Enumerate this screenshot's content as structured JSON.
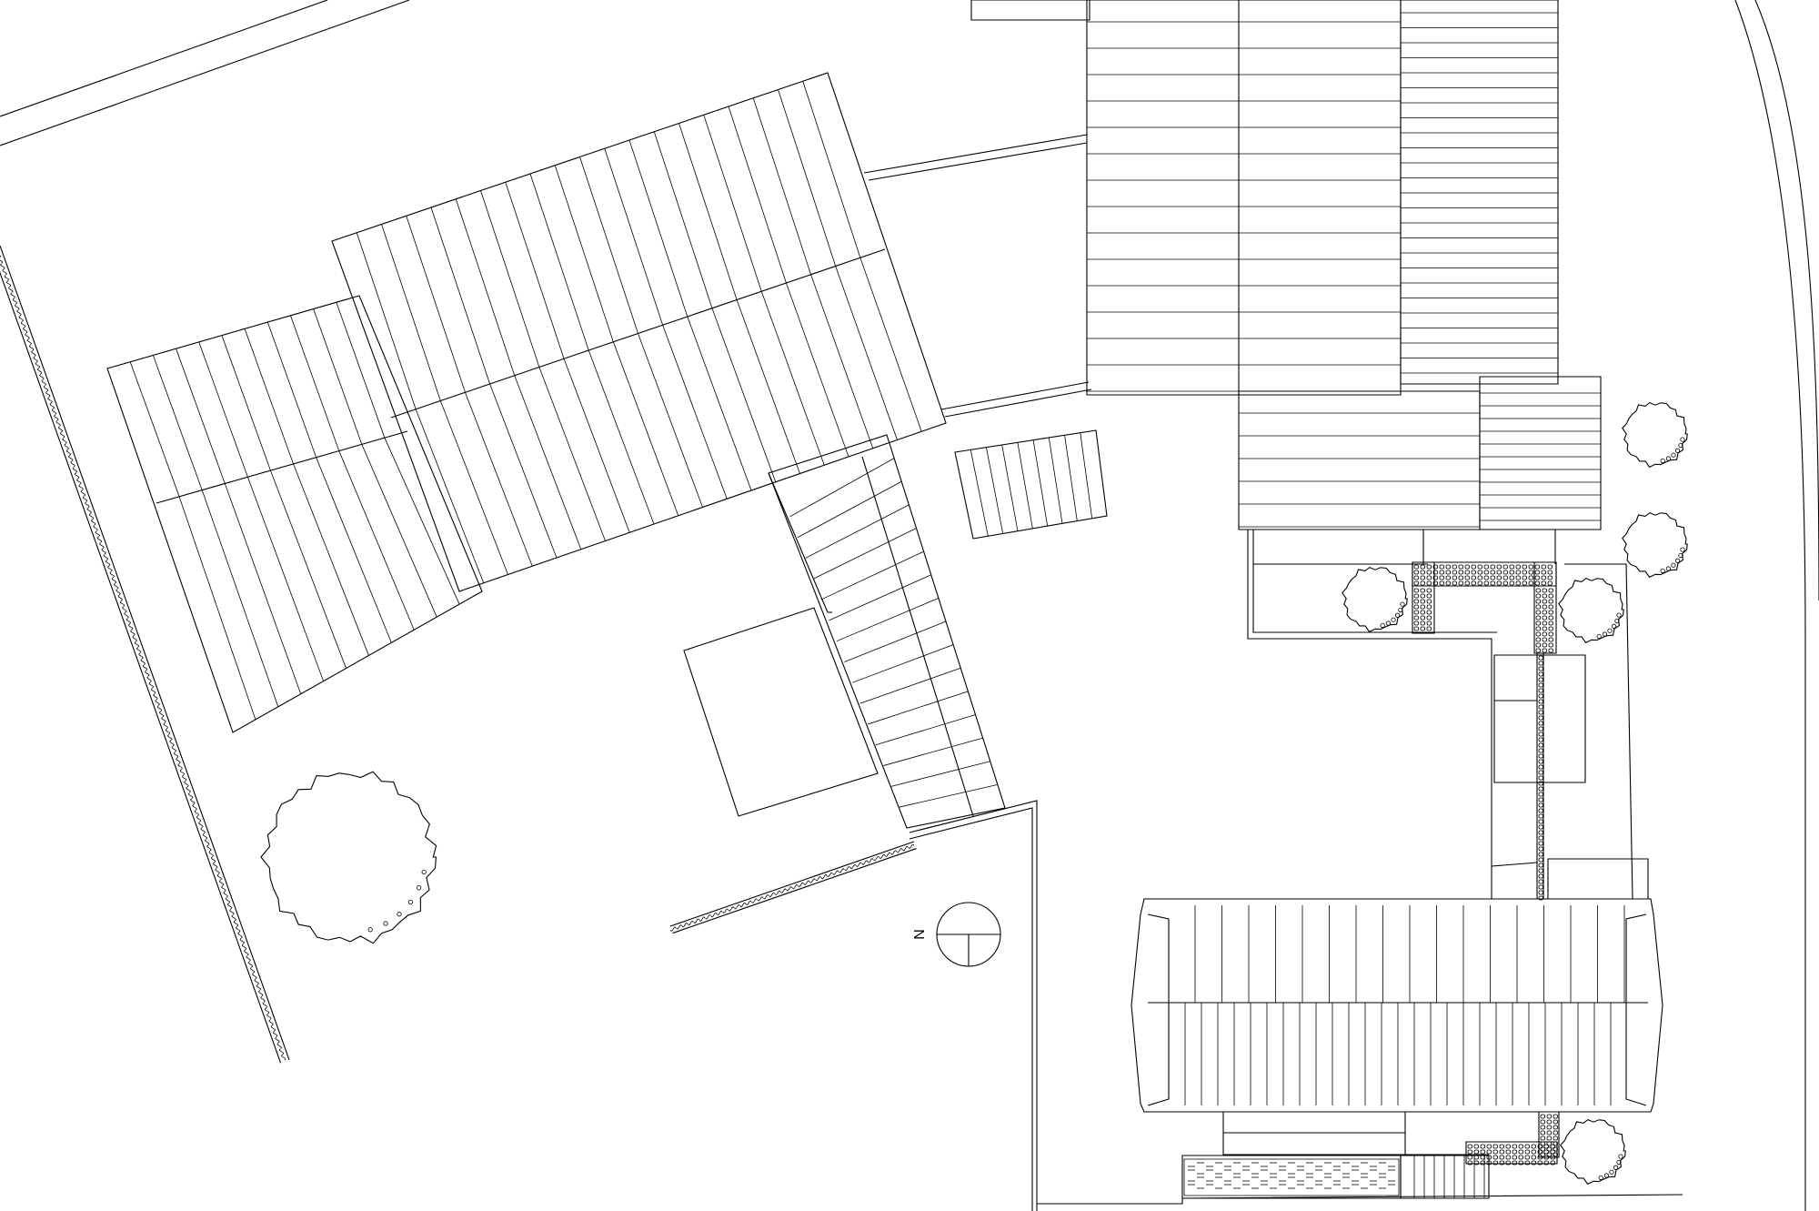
{
  "drawing": {
    "type": "site plan",
    "north_label": "N",
    "stroke_color": "#000000",
    "background_color": "#ffffff",
    "elements": [
      "roof-main-left",
      "roof-main-right",
      "bridge-walkway",
      "small-stair",
      "square-pad",
      "roof-top-right-block",
      "roof-middle-right-block",
      "roof-bottom-right-building",
      "paved-courtyard",
      "stone-paths",
      "large-tree",
      "small-trees",
      "hedge-strips",
      "road-edges",
      "north-arrow"
    ]
  }
}
